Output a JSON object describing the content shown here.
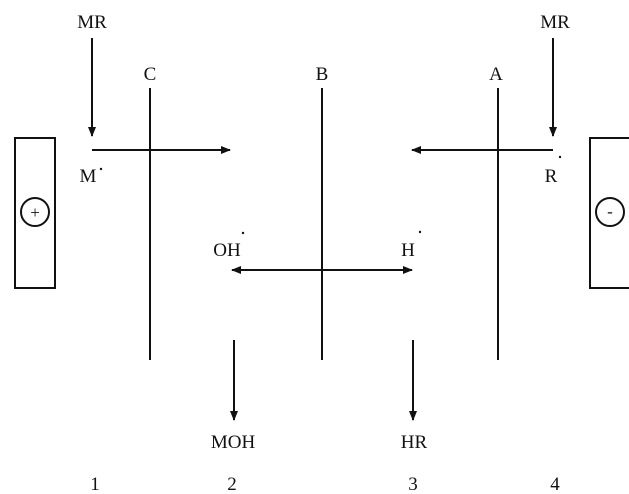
{
  "labels": {
    "top_left": "MR",
    "top_right": "MR",
    "membrane_c": "C",
    "membrane_b": "B",
    "membrane_a": "A",
    "ion_m": "M",
    "ion_r": "R",
    "ion_oh": "OH",
    "ion_h": "H",
    "product_moh": "MOH",
    "product_hr": "HR"
  },
  "electrodes": {
    "anode_sign": "+",
    "cathode_sign": "-"
  },
  "compartments": [
    "1",
    "2",
    "3",
    "4"
  ],
  "colors": {
    "stroke": "#111111",
    "background": "#ffffff"
  }
}
